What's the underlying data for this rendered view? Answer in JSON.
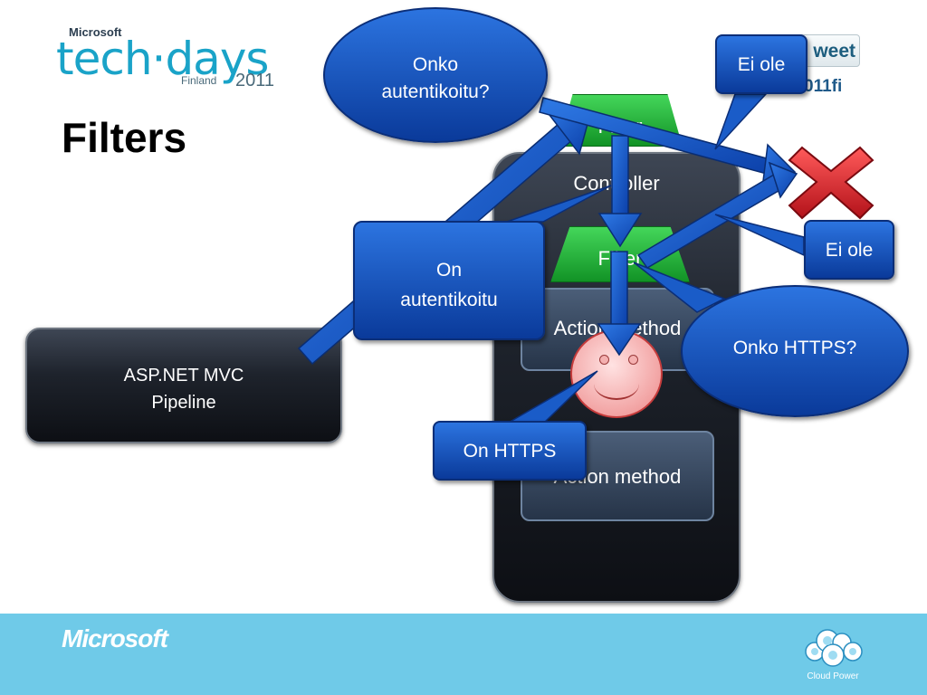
{
  "header": {
    "logo_brand": "Microsoft",
    "logo_event": "tech·days",
    "logo_country": "Finland",
    "logo_year": "2011",
    "slide_title": "Filters",
    "tweet_label": "weet",
    "hashtag": "011fi"
  },
  "diagram": {
    "pipeline_line1": "ASP.NET MVC",
    "pipeline_line2": "Pipeline",
    "controller_label": "Controller",
    "filter_top_label": "Filter",
    "filter_mid_label": "Filter",
    "action_method_top": "Action method",
    "action_method_bottom": "Action method"
  },
  "callouts": {
    "onko_line1": "Onko",
    "onko_line2": "autentikoitu?",
    "ei_ole_top": "Ei ole",
    "on_line1": "On",
    "on_line2": "autentikoitu",
    "ei_ole_right": "Ei ole",
    "onko_https": "Onko HTTPS?",
    "on_https": "On HTTPS"
  },
  "footer": {
    "ms_logo": "Microsoft",
    "cloud_label": "Cloud Power"
  },
  "colors": {
    "accent_teal": "#1aa3c8",
    "callout_blue": "#1a5cc8",
    "filter_green": "#22b43a",
    "footer_blue": "#6fcae8",
    "reject_red": "#d8232a"
  },
  "icons": {
    "reject": "red-x-icon",
    "success": "smiley-face-icon",
    "cloud": "cloud-power-icon"
  }
}
